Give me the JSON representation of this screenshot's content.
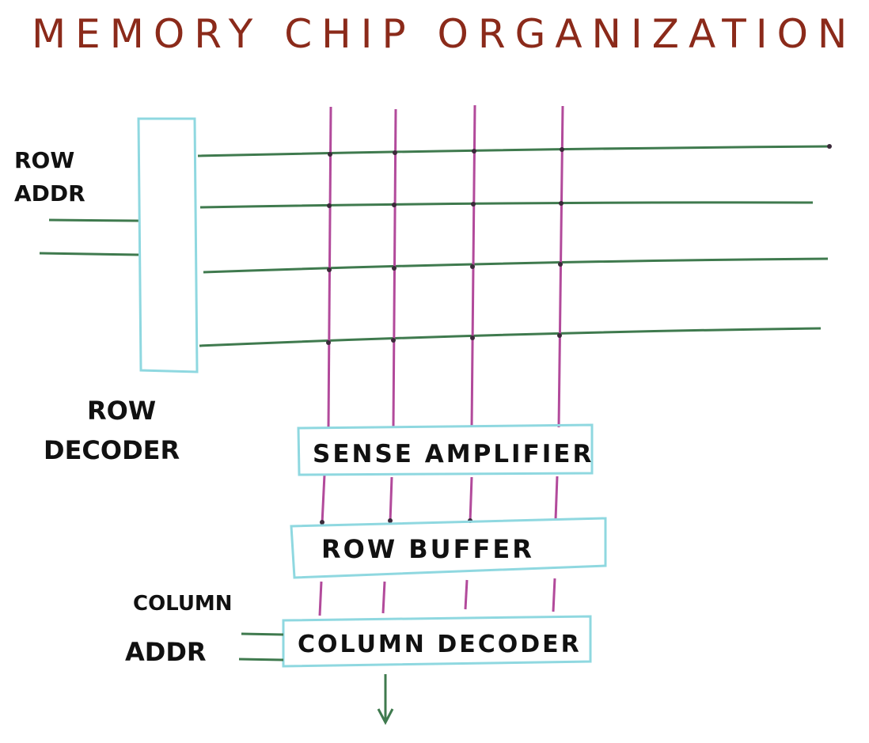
{
  "title": "MEMORY CHIP ORGANIZATION",
  "labels": {
    "row_addr_line1": "ROW",
    "row_addr_line2": "ADDR",
    "row_decoder_line1": "ROW",
    "row_decoder_line2": "DECODER",
    "column_addr_line1": "COLUMN",
    "column_addr_line2": "ADDR"
  },
  "blocks": {
    "sense_amplifier": "SENSE AMPLIFIER",
    "row_buffer": "ROW BUFFER",
    "column_decoder": "COLUMN DECODER"
  },
  "colors": {
    "title": "#8b2a1a",
    "box_outline": "#8fd8e0",
    "word_line": "#3f7a4e",
    "bit_line": "#b24a9b",
    "text": "#111111"
  }
}
